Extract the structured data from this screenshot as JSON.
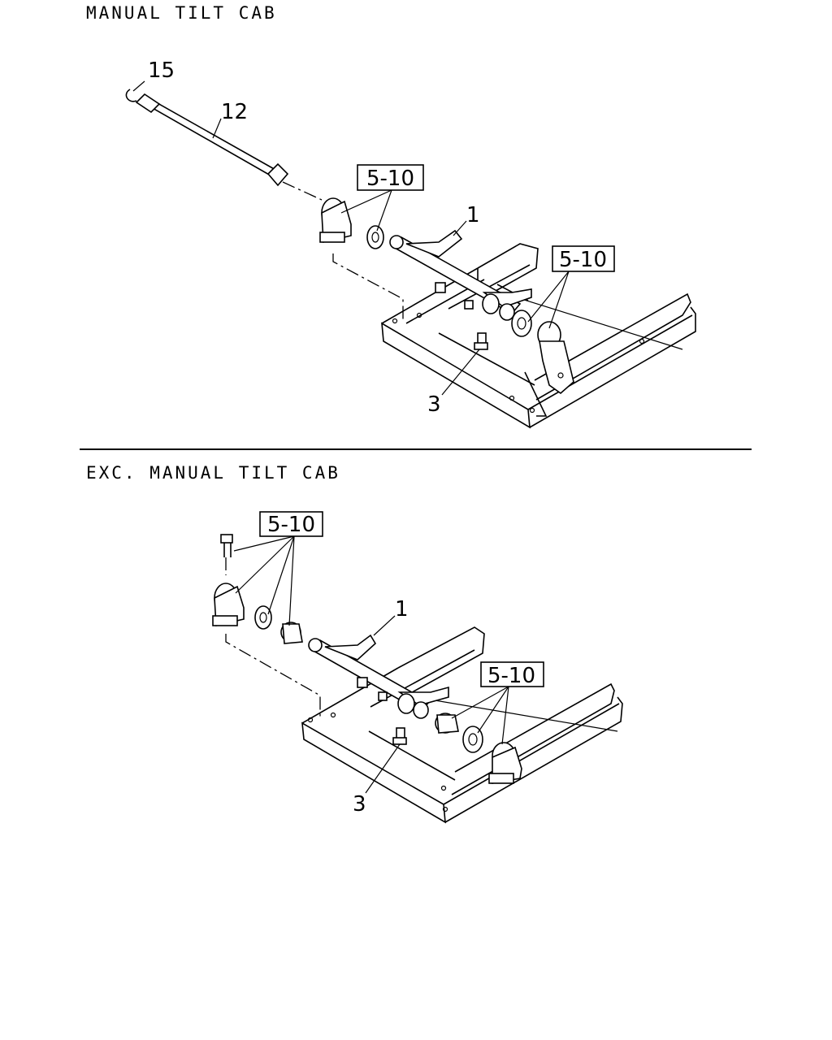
{
  "sections": {
    "top": {
      "title": "MANUAL TILT CAB",
      "callouts": {
        "c15": "15",
        "c12": "12",
        "c1": "1",
        "c3": "3",
        "box_a": "5-10",
        "box_b": "5-10"
      }
    },
    "bottom": {
      "title": "EXC. MANUAL TILT CAB",
      "callouts": {
        "c1": "1",
        "c3": "3",
        "box_a": "5-10",
        "box_b": "5-10"
      }
    }
  }
}
